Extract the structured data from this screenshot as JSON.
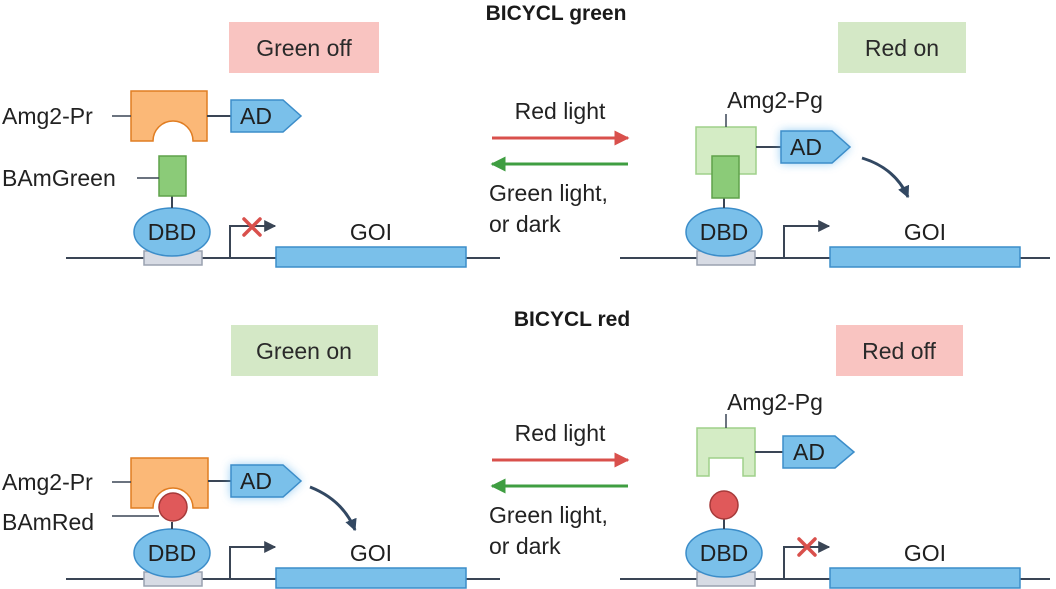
{
  "colors": {
    "off_box": "#f9c4c1",
    "on_box": "#d4e8c6",
    "dna_line": "#3a4555",
    "gene": "#7ac0ea",
    "gene_stroke": "#3c8dc9",
    "dbd": "#7ac0ea",
    "ad": "#7ac0ea",
    "amg2_pr": "#fbb877",
    "amg2_pr_stroke": "#e07d22",
    "amg2_pg": "#d4ecc5",
    "amg2_pg_stroke": "#9fd08a",
    "bamgreen": "#8bcb78",
    "bamred": "#e0595a",
    "red_arrow": "#d9504c",
    "green_arrow": "#3f9e41",
    "activation_arrow": "#324862",
    "block_x": "#d9504c",
    "operator": "#d7dbe4"
  },
  "icons": [
    "cross-mark-icon",
    "arrow-right-icon",
    "arrow-left-icon",
    "curved-arrow-icon"
  ],
  "green_panel": {
    "title": "BICYCL green",
    "left_state": "Green off",
    "right_state": "Red on",
    "receptor_left": "Amg2-Pr",
    "receptor_right": "Amg2-Pg",
    "ligand": "BAmGreen",
    "forward_light": "Red light",
    "reverse_light_1": "Green light,",
    "reverse_light_2": "or dark",
    "ad": "AD",
    "dbd": "DBD",
    "gene": "GOI"
  },
  "red_panel": {
    "title": "BICYCL red",
    "left_state": "Green on",
    "right_state": "Red off",
    "receptor_left": "Amg2-Pr",
    "receptor_right": "Amg2-Pg",
    "ligand": "BAmRed",
    "forward_light": "Red light",
    "reverse_light_1": "Green light,",
    "reverse_light_2": "or dark",
    "ad": "AD",
    "dbd": "DBD",
    "gene": "GOI"
  }
}
